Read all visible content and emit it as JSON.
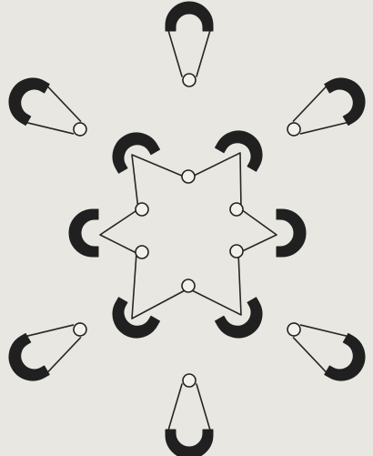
{
  "figure": {
    "background": "#e8e7e2",
    "ink": "#202020",
    "description_elements": {
      "outer_units": 6,
      "inner_units": 6,
      "inner_pulleys": 6
    }
  }
}
